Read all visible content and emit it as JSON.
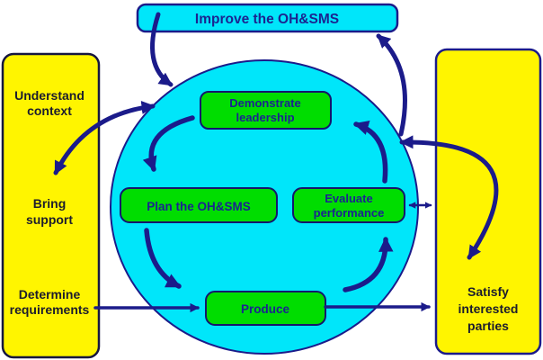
{
  "colors": {
    "cyan": "#00E6FA",
    "green": "#00DD00",
    "yellow": "#FFF500",
    "navy": "#1B1B8A",
    "panel_text": "#1C1C2E"
  },
  "improve_box": {
    "label": "Improve the OH&SMS"
  },
  "left_panel": {
    "understand_line1": "Understand",
    "understand_line2": "context",
    "bring_line1": "Bring",
    "bring_line2": "support",
    "determine_line1": "Determine",
    "determine_line2": "requirements"
  },
  "right_panel": {
    "satisfy_line1": "Satisfy",
    "satisfy_line2": "interested",
    "satisfy_line3": "parties"
  },
  "cycle": {
    "demonstrate_line1": "Demonstrate",
    "demonstrate_line2": "leadership",
    "plan": "Plan the OH&SMS",
    "evaluate_line1": "Evaluate",
    "evaluate_line2": "performance",
    "produce": "Produce"
  }
}
